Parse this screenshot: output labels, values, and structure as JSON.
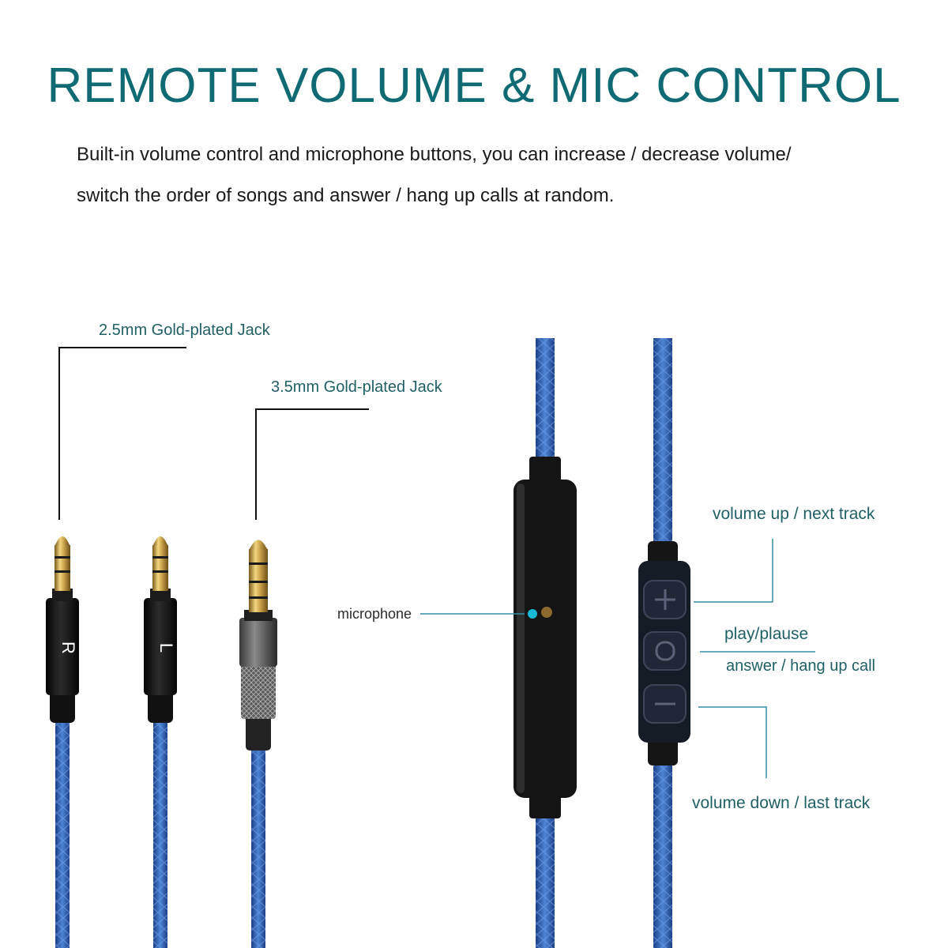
{
  "header": {
    "title": "REMOTE VOLUME & MIC CONTROL",
    "description_line1": "Built-in volume control and microphone buttons, you can increase / decrease volume/",
    "description_line2": "switch the order of songs and answer / hang up calls at random."
  },
  "labels": {
    "jack_25": "2.5mm Gold-plated Jack",
    "jack_35": "3.5mm Gold-plated Jack",
    "microphone": "microphone",
    "volume_up": "volume up / next track",
    "play_pause": "play/plause",
    "answer": "answer / hang up call",
    "volume_down": "volume down / last track"
  },
  "plug_marks": {
    "right": "R",
    "left": "L"
  },
  "colors": {
    "title": "#0f6a73",
    "cable": "#2f5fb0",
    "gold": "#c9a24a",
    "housing": "#141414",
    "mic_dot": "#19b9d6"
  }
}
